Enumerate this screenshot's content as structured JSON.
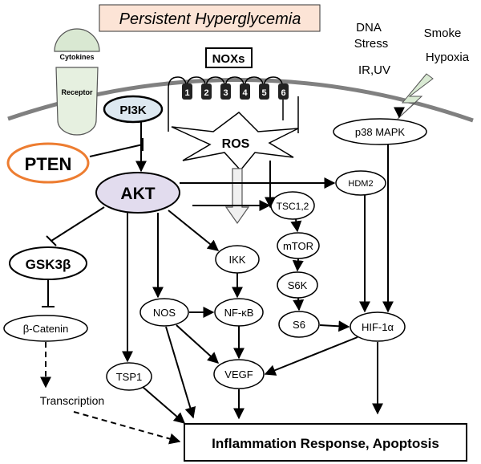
{
  "title": "Persistent Hyperglycemia",
  "nodes": {
    "cytokines": "Cytokines",
    "receptor": "Receptor",
    "noxs": "NOXs",
    "tm_segments": [
      "1",
      "2",
      "3",
      "4",
      "5",
      "6"
    ],
    "ros": "ROS",
    "pi3k": "PI3K",
    "pten": "PTEN",
    "akt": "AKT",
    "p38": "p38 MAPK",
    "hdm2": "HDM2",
    "tsc": "TSC1,2",
    "mtor": "mTOR",
    "s6k": "S6K",
    "s6": "S6",
    "hif": "HIF-1α",
    "ikk": "IKK",
    "nfkb": "NF-κB",
    "nos": "NOS",
    "vegf": "VEGF",
    "tsp1": "TSP1",
    "gsk3b": "GSK3β",
    "bcatenin": "β-Catenin",
    "transcription": "Transcription",
    "outcome": "Inflammation Response, Apoptosis"
  },
  "stressors": {
    "dna_stress_line1": "DNA",
    "dna_stress_line2": "Stress",
    "ir_uv": "IR,UV",
    "smoke": "Smoke",
    "hypoxia": "Hypoxia"
  },
  "colors": {
    "title_bg": "#fce4d6",
    "pten_border": "#ed7d31",
    "pi3k_fill": "#dde8f0",
    "akt_fill": "#e2dcee",
    "receptor_fill": "#e6f0e0",
    "lightning_fill": "#d9ead3",
    "membrane": "#808080"
  }
}
